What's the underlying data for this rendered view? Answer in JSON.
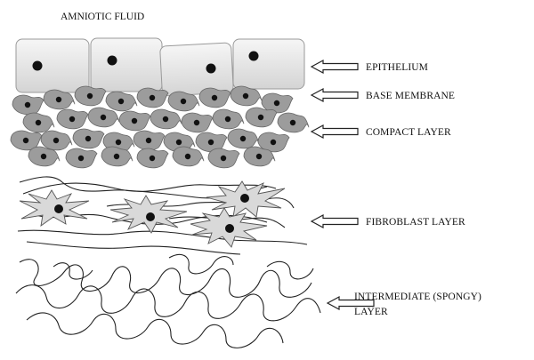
{
  "title": "AMNIOTIC FLUID",
  "labels": {
    "epithelium": "EPITHELIUM",
    "base_membrane": "BASE MEMBRANE",
    "compact_layer": "COMPACT LAYER",
    "fibroblast_layer": "FIBROBLAST LAYER",
    "intermediate_line1": "INTERMEDIATE (SPONGY)",
    "intermediate_line2": "LAYER"
  },
  "colors": {
    "cell_fill": "#e6e6e6",
    "compact_cell_fill": "#9c9c9c",
    "fibroblast_fill": "#dcdcdc",
    "nucleus": "#111111",
    "line": "#222222"
  }
}
